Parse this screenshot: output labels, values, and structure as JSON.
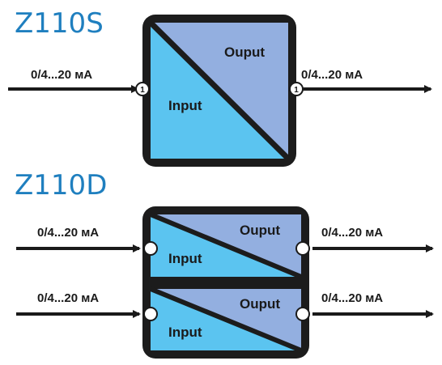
{
  "colors": {
    "title": "#1f7fbf",
    "input_fill": "#5bc4f0",
    "output_fill": "#93afe0",
    "frame": "#1c1c1c",
    "arrow": "#1a1a1a"
  },
  "z110s": {
    "title": "Z110S",
    "signal_in": "0/4...20 мА",
    "signal_out": "0/4...20 мА",
    "input_label": "Input",
    "output_label": "Ouput",
    "port_in": "1",
    "port_out": "1"
  },
  "z110d": {
    "title": "Z110D",
    "channels": [
      {
        "signal_in": "0/4...20 мА",
        "signal_out": "0/4...20 мА",
        "input_label": "Input",
        "output_label": "Ouput"
      },
      {
        "signal_in": "0/4...20 мА",
        "signal_out": "0/4...20 мА",
        "input_label": "Input",
        "output_label": "Ouput"
      }
    ]
  }
}
